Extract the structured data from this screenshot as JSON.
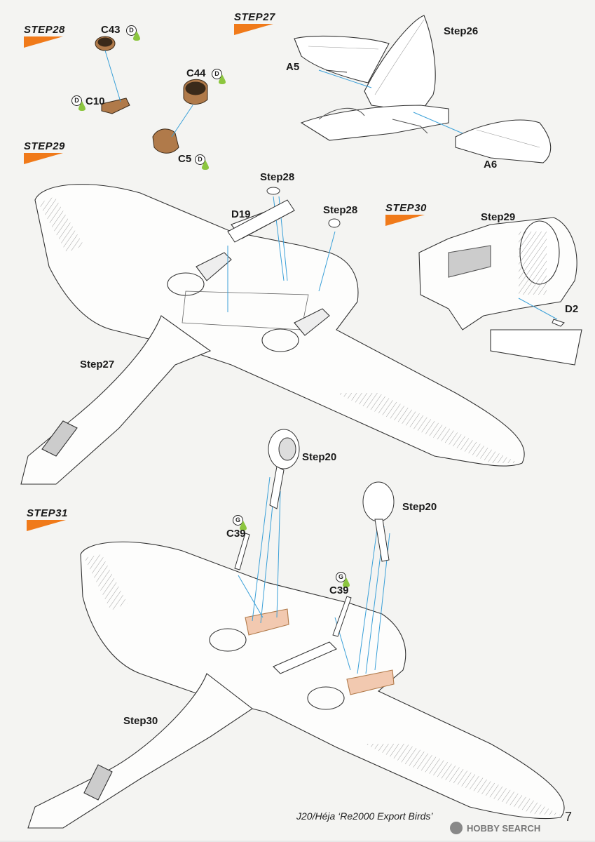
{
  "steps": [
    {
      "id": "28",
      "prefix": "STEP",
      "num": "28"
    },
    {
      "id": "27",
      "prefix": "STEP",
      "num": "27"
    },
    {
      "id": "29",
      "prefix": "STEP",
      "num": "29"
    },
    {
      "id": "30",
      "prefix": "STEP",
      "num": "30"
    },
    {
      "id": "31",
      "prefix": "STEP",
      "num": "31"
    }
  ],
  "part_labels": {
    "c43": "C43",
    "c10": "C10",
    "c44": "C44",
    "c5": "C5",
    "a5": "A5",
    "a6": "A6",
    "d19": "D19",
    "d2": "D2",
    "c39_left": "C39",
    "c39_right": "C39"
  },
  "step_refs": {
    "step26": "Step26",
    "step28_a": "Step28",
    "step28_b": "Step28",
    "step29": "Step29",
    "step27": "Step27",
    "step20_a": "Step20",
    "step20_b": "Step20",
    "step30": "Step30"
  },
  "paint_codes": {
    "d": "D",
    "g": "G"
  },
  "colors": {
    "step_accent": "#f07a1a",
    "part_brown": "#b07a4a",
    "guide_line": "#3aa0d8",
    "drop_green": "#8cc63f",
    "hatch": "#7a7a7a"
  },
  "footer": {
    "title": "J20/Héja ‘Re2000 Export Birds’",
    "page": "7"
  },
  "watermark": {
    "text": "HOBBY SEARCH"
  }
}
